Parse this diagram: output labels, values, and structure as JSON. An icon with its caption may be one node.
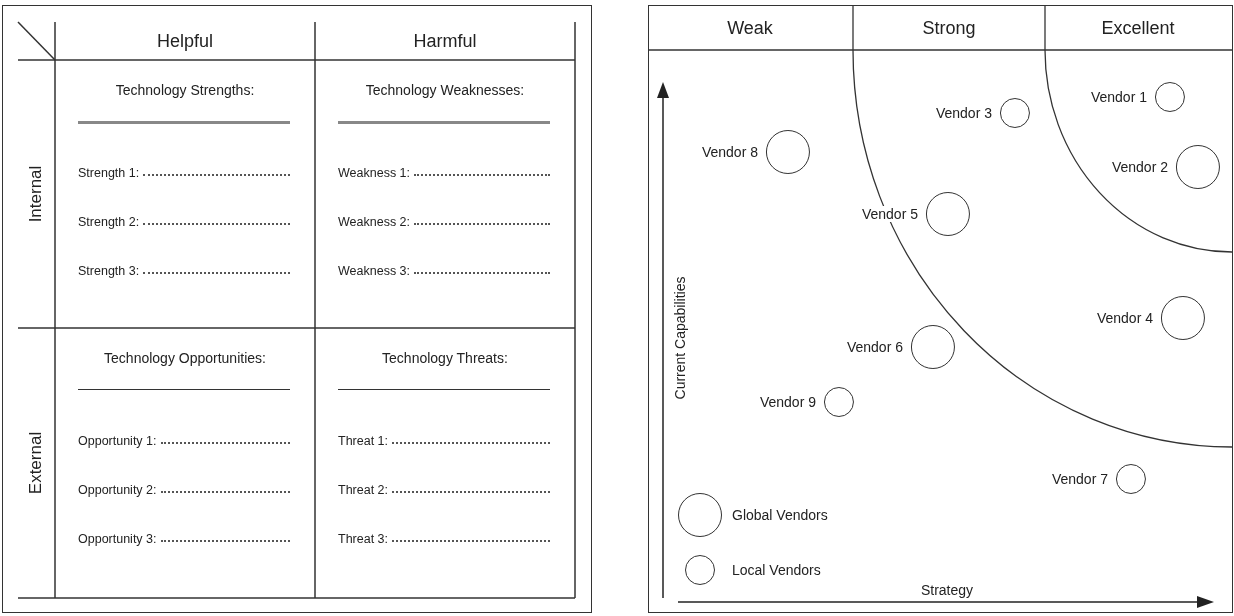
{
  "diagram": {
    "nodes": [
      {
        "text": [
          "Technology Strengths:",
          "Strength 1:",
          "Strength 2:",
          "Strength 3:"
        ]
      },
      {
        "text": [
          "Technology Weaknesses:",
          "Weakness 1:",
          "Weakness 2:",
          "Weakness 3:"
        ]
      },
      {
        "text": [
          "Technology Opportunities:",
          "Opportunity 1:",
          "Opportunity 2:",
          "Opportunity 3:"
        ]
      },
      {
        "text": [
          "Technology Threats:",
          "Threat 1:",
          "Threat 2:",
          "Threat 3:"
        ]
      },
      {
        "text": [],
        "shape": "circle",
        "beside": [
          "Vendor 1"
        ]
      },
      {
        "text": [],
        "shape": "circle",
        "beside": [
          "Vendor 3"
        ]
      },
      {
        "text": [],
        "shape": "circle",
        "beside": [
          "Vendor 8"
        ]
      },
      {
        "text": [],
        "shape": "circle",
        "beside": [
          "Vendor 2"
        ]
      },
      {
        "text": [],
        "shape": "circle",
        "beside": [
          "Vendor 5"
        ]
      },
      {
        "text": [],
        "shape": "circle",
        "beside": [
          "Vendor 4"
        ]
      },
      {
        "text": [],
        "shape": "circle",
        "beside": [
          "Vendor 6"
        ]
      },
      {
        "text": [],
        "shape": "circle",
        "beside": [
          "Vendor 9"
        ]
      },
      {
        "text": [],
        "shape": "circle",
        "beside": [
          "Vendor 7"
        ]
      }
    ],
    "labels": [
      "Helpful",
      "Harmful",
      "Internal",
      "External",
      "Weak",
      "Strong",
      "Excellent",
      "Current Capabilities",
      "Strategy"
    ],
    "legend": [
      {
        "text": "Global Vendors"
      },
      {
        "text": "Local Vendors"
      }
    ]
  }
}
